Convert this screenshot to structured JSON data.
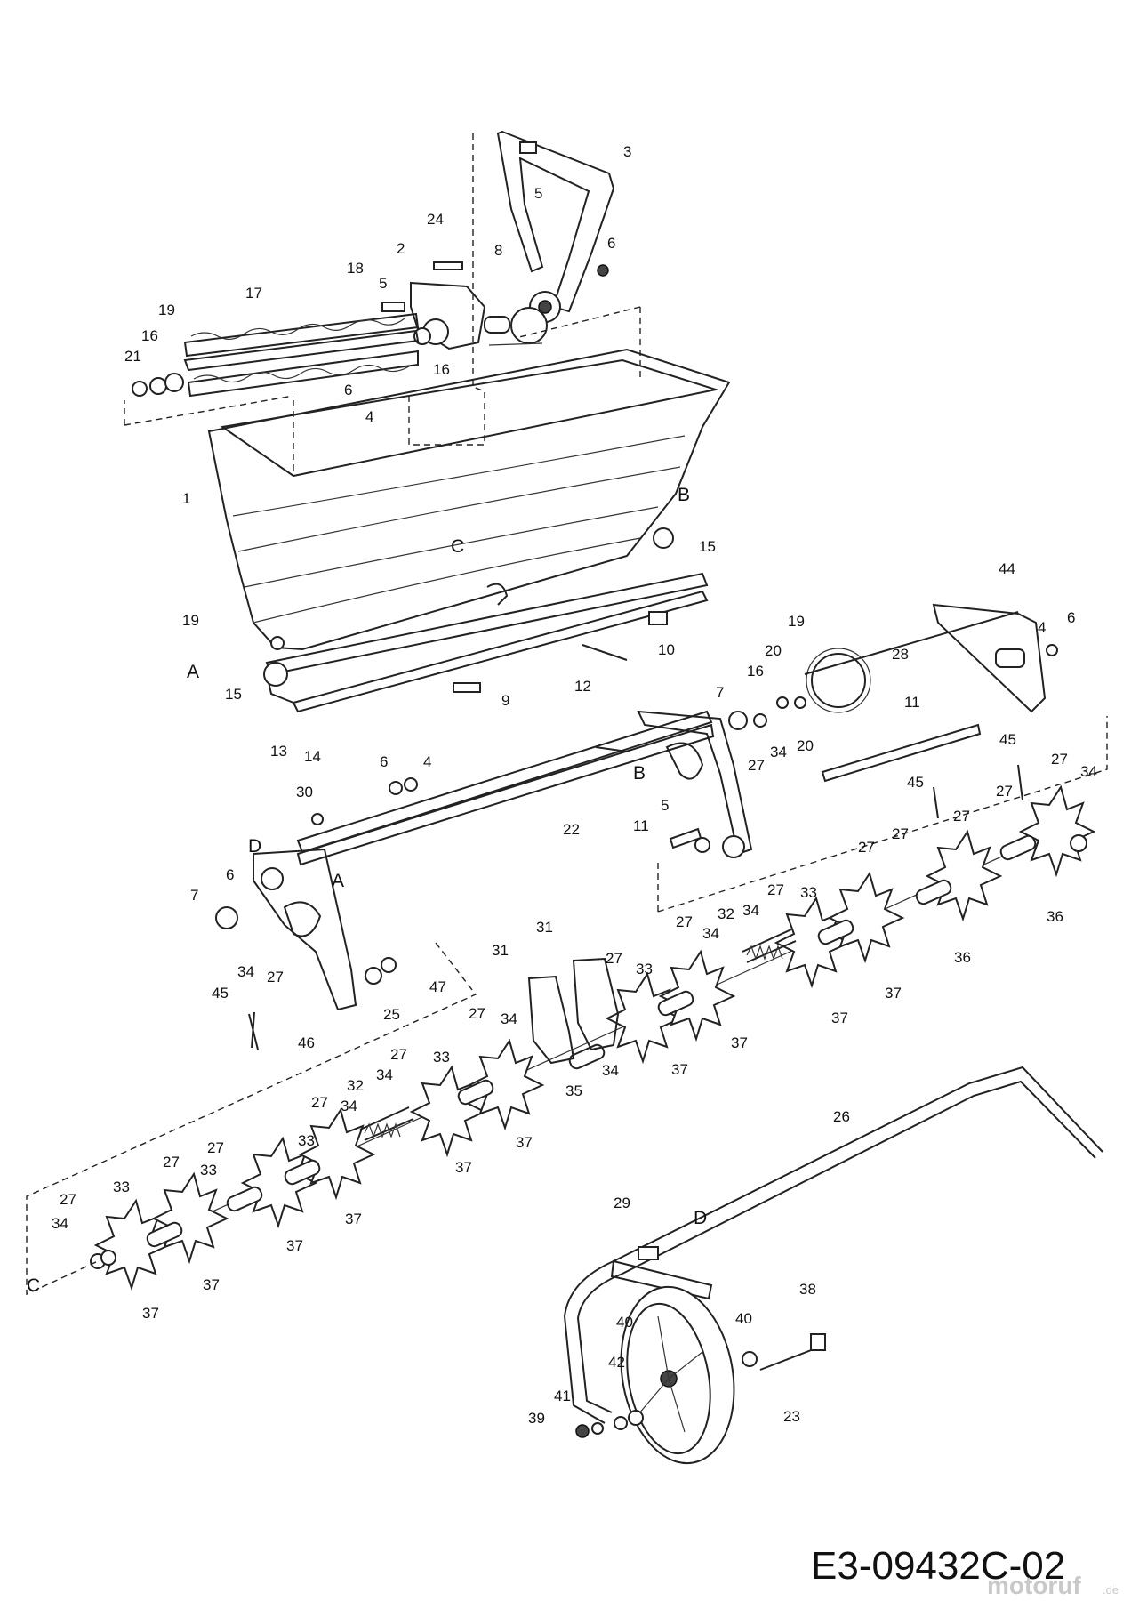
{
  "diagram": {
    "drawing_code": "E3-09432C-02",
    "watermark": {
      "brand": "motoruf",
      "suffix": ".de"
    },
    "reference_letters": [
      "A",
      "B",
      "C",
      "D"
    ],
    "part_numbers": [
      "1",
      "2",
      "3",
      "4",
      "5",
      "6",
      "7",
      "8",
      "9",
      "10",
      "11",
      "12",
      "13",
      "14",
      "15",
      "16",
      "17",
      "18",
      "19",
      "20",
      "21",
      "22",
      "23",
      "24",
      "25",
      "26",
      "27",
      "28",
      "29",
      "30",
      "31",
      "32",
      "33",
      "34",
      "35",
      "36",
      "37",
      "38",
      "39",
      "40",
      "41",
      "42",
      "44",
      "45",
      "46",
      "47"
    ]
  }
}
